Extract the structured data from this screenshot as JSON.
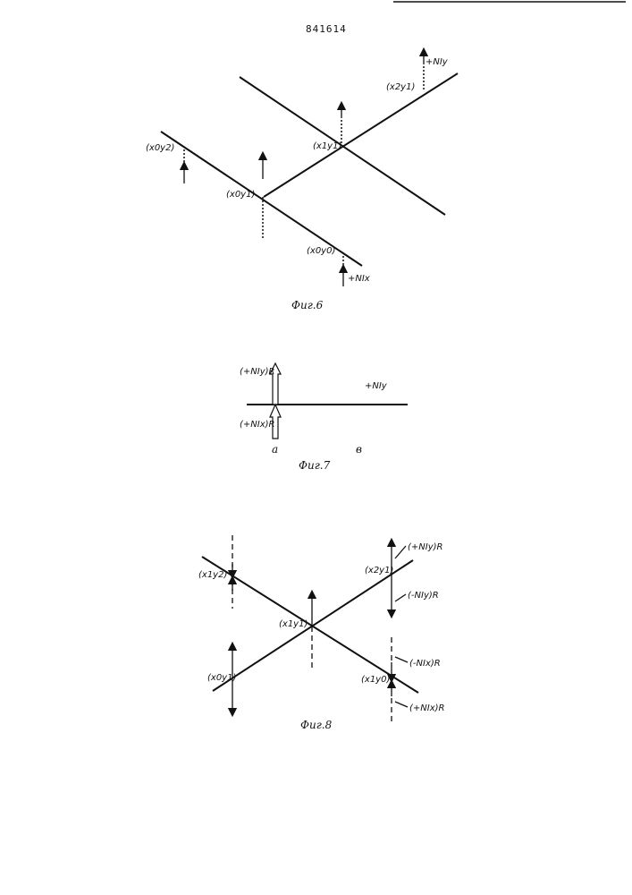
{
  "page_number": "841614",
  "fig6": {
    "caption": "Фиг.6",
    "labels": {
      "x0y2": "(x0y2)",
      "x0y1": "(x0y1)",
      "x1y1": "(x1y1)",
      "x2y1": "(x2y1)",
      "x0y0": "(x0y0)",
      "plus_nix": "+NIx",
      "plus_niy": "+NIy"
    }
  },
  "fig7": {
    "caption": "Фиг.7",
    "labels": {
      "plus_niy_r": "(+NIy)R",
      "plus_nix_r": "(+NIx)R",
      "plus_niy": "+NIy",
      "a": "а",
      "b": "в"
    }
  },
  "fig8": {
    "caption": "Фиг.8",
    "labels": {
      "x1y2": "(x1y2)",
      "x2y1": "(x2y1)",
      "x1y1": "(x1y1)",
      "x0y1": "(x0y1)",
      "x1y0": "(x1y0)",
      "plus_niy_r": "(+NIy)R",
      "minus_niy_r": "(-NIy)R",
      "minus_nix_r": "(-NIx)R",
      "plus_nix_r": "(+NIx)R"
    }
  }
}
